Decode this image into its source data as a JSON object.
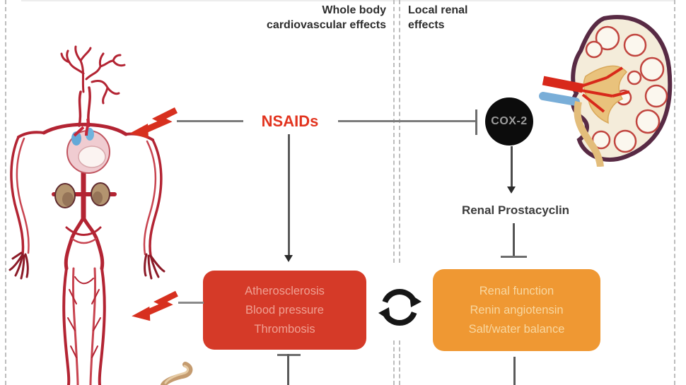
{
  "headers": {
    "left": {
      "line1": "Whole body",
      "line2": "cardiovascular effects"
    },
    "right": {
      "line1": "Local renal",
      "line2": "effects"
    }
  },
  "nodes": {
    "nsaids": {
      "label": "NSAIDs"
    },
    "cox2": {
      "label": "COX-2"
    },
    "renal_prostacyclin": {
      "label": "Renal Prostacyclin"
    },
    "cardiovascular_box": {
      "lines": [
        "Atherosclerosis",
        "Blood pressure",
        "Thrombosis"
      ]
    },
    "renal_box": {
      "lines": [
        "Renal function",
        "Renin angiotensin",
        "Salt/water balance"
      ]
    }
  },
  "icons": {
    "lightning_upper": "red-lightning-arrow",
    "lightning_lower": "red-lightning-arrow",
    "cycle": "circular-recycle-arrows",
    "body": "human-arterial-system-illustration",
    "kidney": "kidney-cross-section-illustration"
  },
  "colors": {
    "nsaids_red": "#e2341f",
    "box_red": "#d53a28",
    "box_red_text": "#efa092",
    "box_orange": "#ef9833",
    "box_orange_text": "#f8d7a0",
    "cox2_bg": "#0c0c0c",
    "cox2_text": "#9c9c9c",
    "line_gray": "#7c7c7c",
    "arrow_dark": "#3f3f3f",
    "header_text": "#2e2e2e",
    "lightning_red": "#d7301f",
    "divider_gray": "#bdbdbd"
  }
}
